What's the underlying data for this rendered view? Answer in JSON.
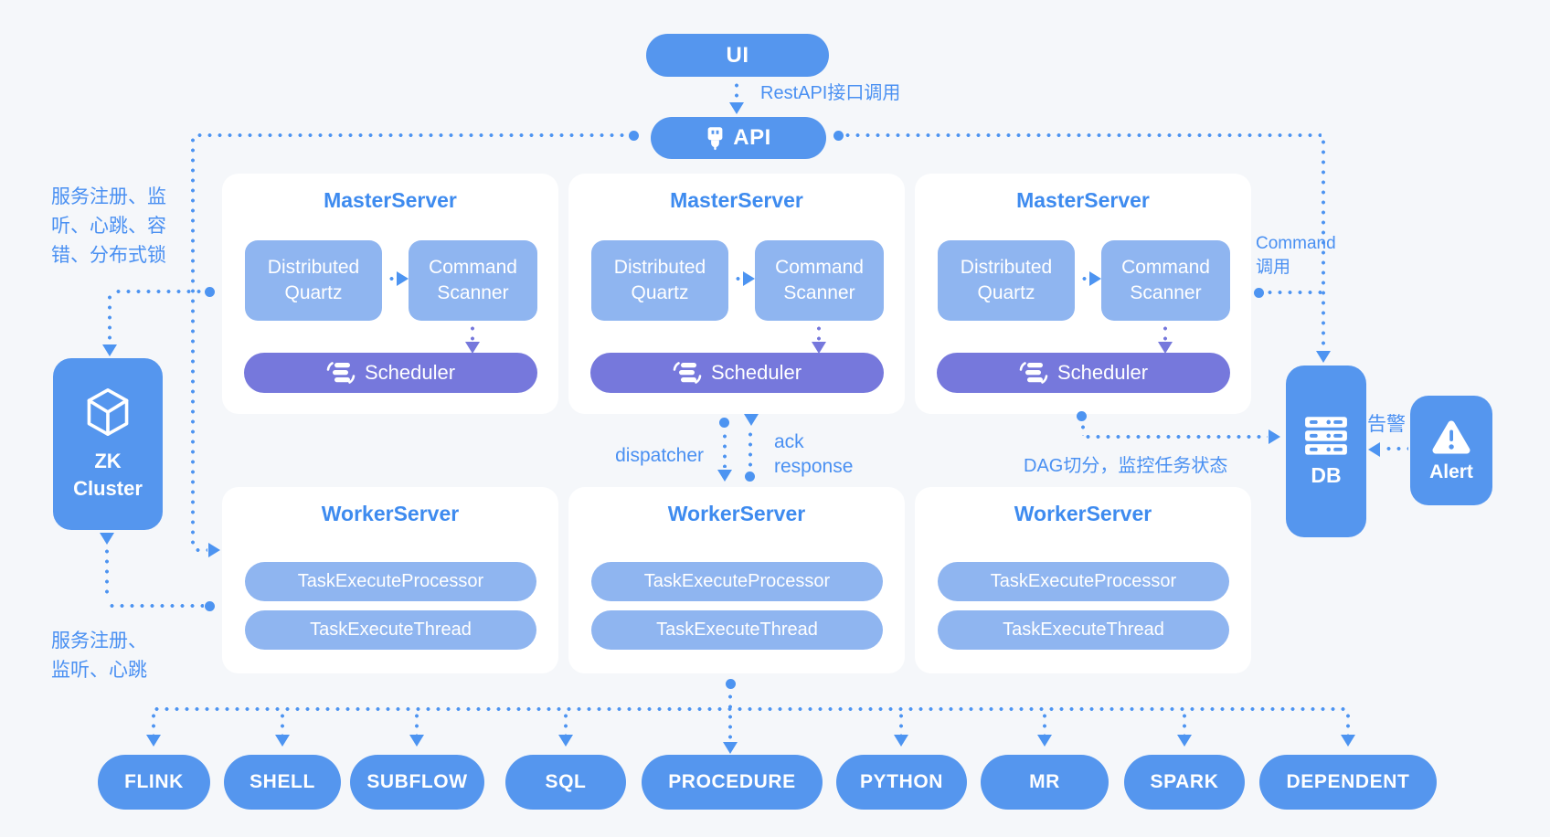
{
  "nodes": {
    "ui": "UI",
    "api": "API",
    "zk": "ZK\nCluster",
    "db": "DB",
    "alert": "Alert"
  },
  "master": {
    "title": "MasterServer",
    "quartz": "Distributed Quartz",
    "scanner": "Command Scanner",
    "scheduler": "Scheduler"
  },
  "worker": {
    "title": "WorkerServer",
    "processor": "TaskExecuteProcessor",
    "thread": "TaskExecuteThread"
  },
  "tasks": [
    "FLINK",
    "SHELL",
    "SUBFLOW",
    "SQL",
    "PROCEDURE",
    "PYTHON",
    "MR",
    "SPARK",
    "DEPENDENT"
  ],
  "labels": {
    "rest_api": "RestAPI接口调用",
    "register_master": "服务注册、监\n听、心跳、容\n错、分布式锁",
    "register_worker": "服务注册、\n监听、心跳",
    "command_call": "Command\n调用",
    "dag": "DAG切分，监控任务状态",
    "dispatcher": "dispatcher",
    "ack": "ack\nresponse",
    "alarm": "告警"
  },
  "icons": {
    "api": "usb-plug-icon",
    "zk": "cube-icon",
    "db": "server-stack-icon",
    "alert": "warning-triangle-icon",
    "scheduler": "sync-stack-icon"
  },
  "colors": {
    "canvas_bg": "#f5f7fa",
    "node_blue": "#5596ee",
    "pill_light": "#8fb5f0",
    "purple": "#7678dc",
    "title_blue": "#3e8bef",
    "label_blue": "#4a90f2",
    "line": "#4d94f1",
    "card": "#ffffff"
  }
}
